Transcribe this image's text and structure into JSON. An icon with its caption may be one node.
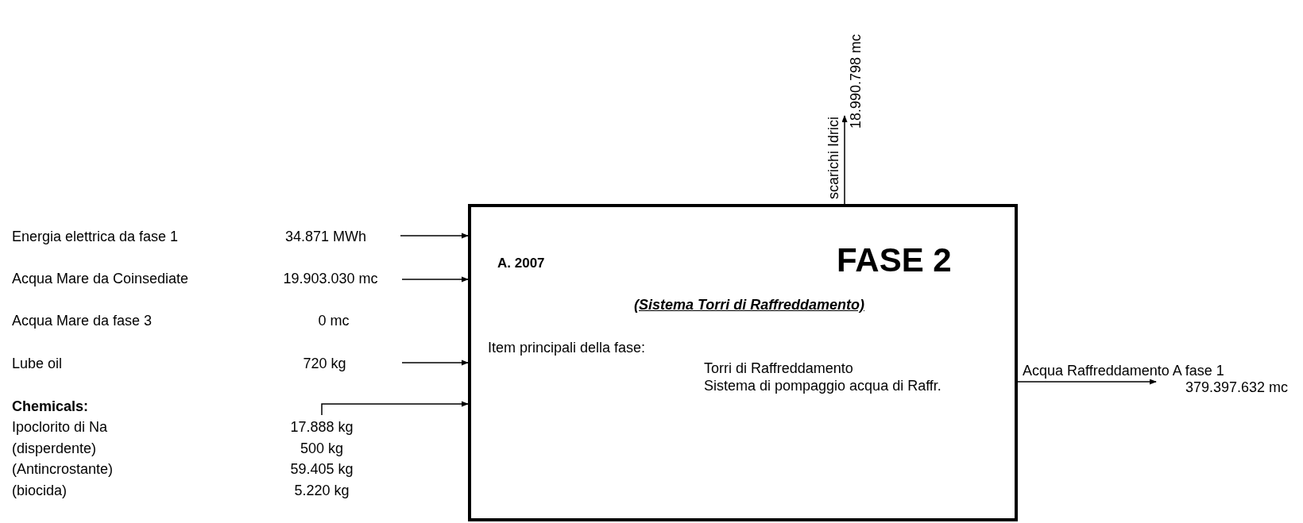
{
  "diagram": {
    "nodes": [
      {
        "text": [
          "A. 2007",
          "FASE 2",
          "(Sistema Torri di Raffreddamento)",
          "Item principali della fase:",
          "Torri di Raffreddamento",
          "Sistema di pompaggio acqua di Raffr."
        ]
      },
      {
        "text": [
          "18.990.798 mc"
        ]
      },
      {
        "text": [
          "34.871 MWh"
        ]
      },
      {
        "text": [
          "19.903.030 mc"
        ]
      },
      {
        "text": [
          "720 kg"
        ]
      },
      {
        "text": [
          "17.888 kg"
        ]
      },
      {
        "text": [
          "379.397.632 mc"
        ]
      }
    ],
    "edges": [
      {
        "from": 0,
        "to": 1,
        "arrow": "to",
        "label": "scarichi Idrici"
      },
      {
        "from": 2,
        "to": 0,
        "arrow": "to"
      },
      {
        "from": 3,
        "to": 0,
        "arrow": "to"
      },
      {
        "from": 4,
        "to": 0,
        "arrow": "to"
      },
      {
        "from": 5,
        "to": 0,
        "arrow": "to"
      },
      {
        "from": 0,
        "to": 6,
        "arrow": "to",
        "label": "Acqua Raffreddamento A fase 1"
      }
    ],
    "labels": [
      "Energia elettrica da fase 1",
      "Acqua Mare da Coinsediate",
      "Acqua Mare da fase 3",
      "0 mc",
      "Lube oil",
      "Chemicals:",
      "Ipoclorito di Na",
      "(disperdente)",
      "500 kg",
      "(Antincrostante)",
      "59.405 kg",
      "(biocida)",
      "5.220 kg"
    ]
  }
}
